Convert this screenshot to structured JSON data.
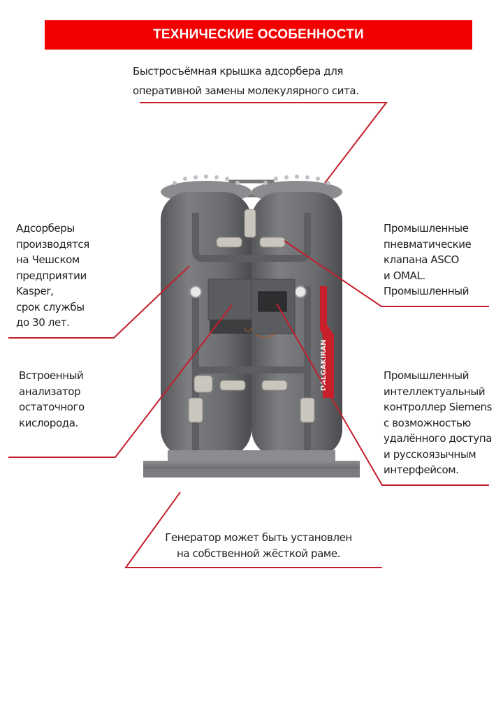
{
  "header": {
    "title": "ТЕХНИЧЕСКИЕ ОСОБЕННОСТИ",
    "color": "#f20000"
  },
  "notes": {
    "top": {
      "lines": [
        "Быстросъёмная крышка адсорбера для",
        "оперативной замены молекулярного сита."
      ]
    },
    "left_upper": {
      "lines": [
        "Адсорберы",
        "производятся",
        "на Чешском",
        "предприятии",
        "Kasper,",
        "срок службы",
        "до 30 лет."
      ]
    },
    "left_lower": {
      "lines": [
        "Встроенный",
        "анализатор",
        "остаточного",
        "кислорода."
      ]
    },
    "right_upper": {
      "lines": [
        "Промышленные",
        "пневматические",
        "клапана ASCO",
        "и OMAL.",
        "Промышленный"
      ]
    },
    "right_lower": {
      "lines": [
        "Промышленный",
        "интеллектуальный",
        "контроллер Siemens",
        "с возможностью",
        "удалённого доступа",
        "и русскоязычным",
        "интерфейсом."
      ]
    },
    "bottom": {
      "lines": [
        "Генератор может быть установлен",
        "на собственной жёсткой раме."
      ]
    }
  },
  "machine": {
    "brand_label": "DALGAKIRAN",
    "body_color": "#6b6d70",
    "accent_color": "#c8202a"
  },
  "leader_color": "#c41e2a"
}
